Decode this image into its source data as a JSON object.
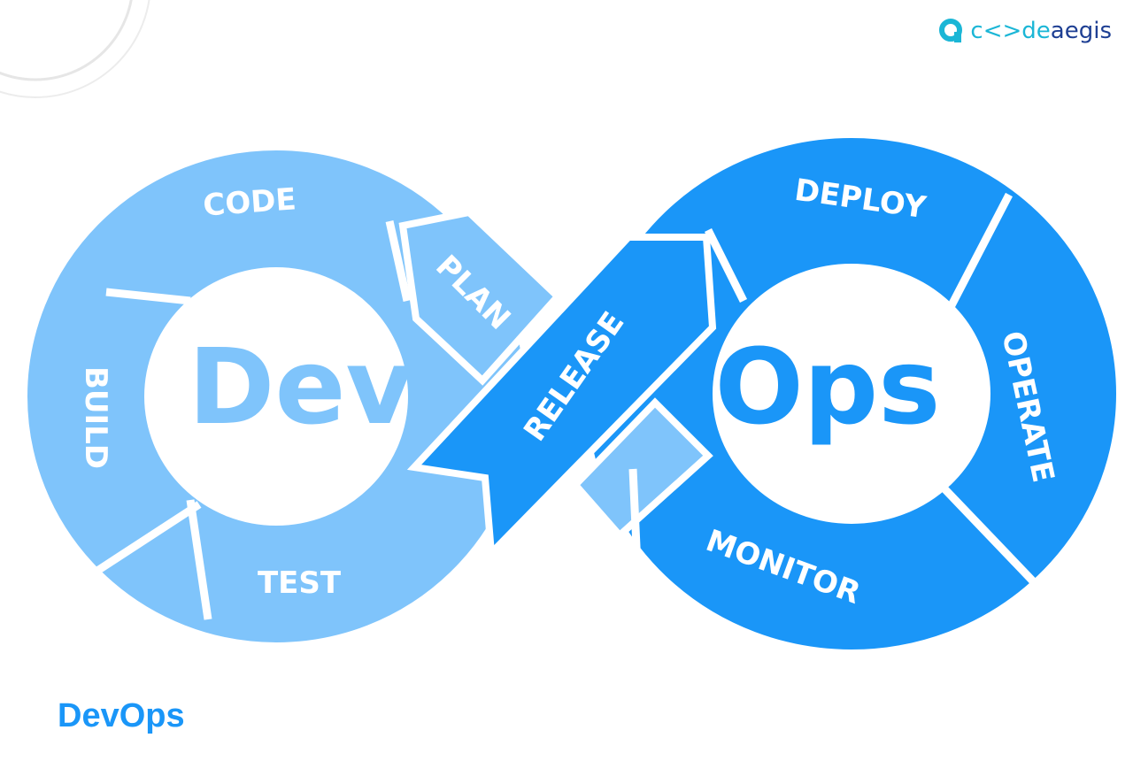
{
  "logo": {
    "part1": "c<>de",
    "part2": "aegis"
  },
  "diagram": {
    "left_word": "Dev",
    "right_word": "Ops",
    "stages": [
      "PLAN",
      "CODE",
      "BUILD",
      "TEST",
      "RELEASE",
      "DEPLOY",
      "OPERATE",
      "MONITOR"
    ]
  },
  "caption": "DevOps",
  "colors": {
    "dev": "#7fc4fb",
    "ops": "#1a96f8",
    "accent": "#1a96f8"
  }
}
